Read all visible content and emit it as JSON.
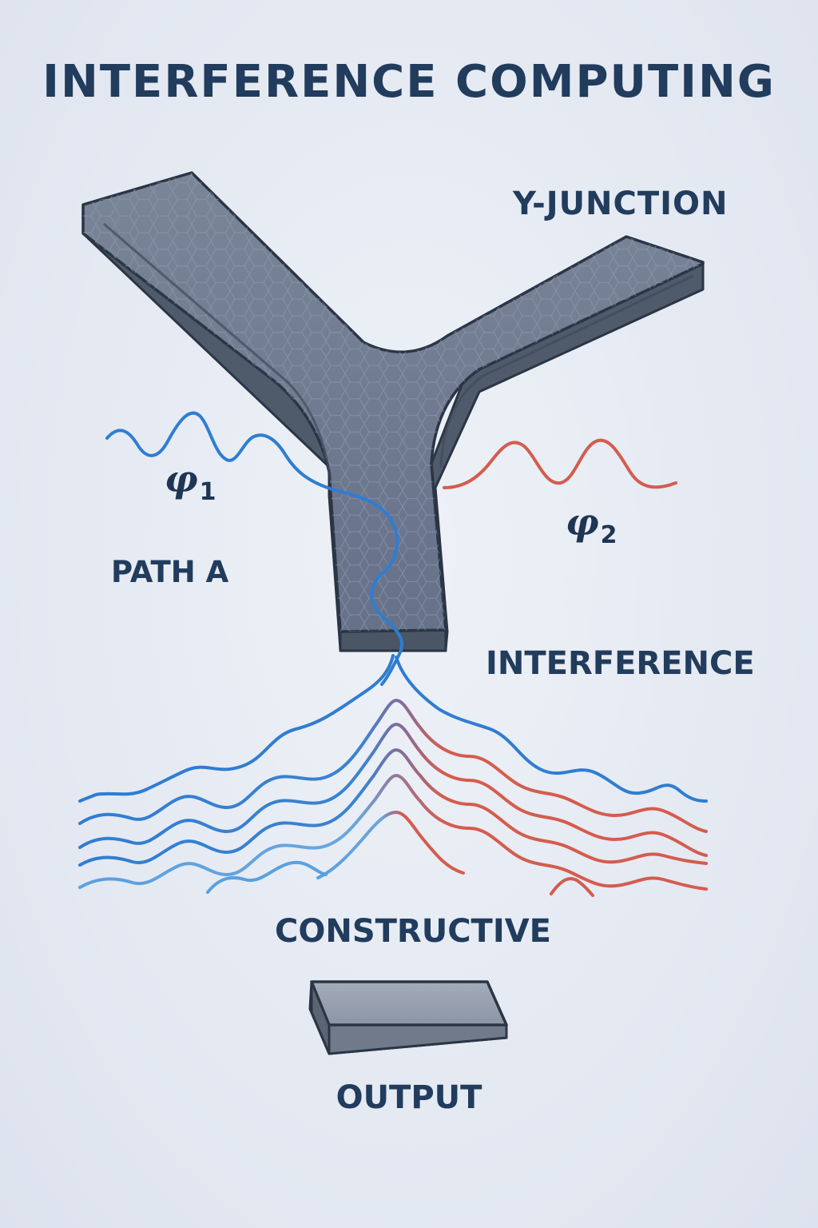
{
  "title": "INTERFERENCE COMPUTING",
  "labels": {
    "junction": "Y-JUNCTION",
    "path_a": "PATH A",
    "interference": "INTERFERENCE",
    "constructive": "CONSTRUCTIVE",
    "output": "OUTPUT"
  },
  "phases": {
    "phi1_symbol": "φ",
    "phi1_sub": "1",
    "phi2_symbol": "φ",
    "phi2_sub": "2"
  },
  "colors": {
    "background": "#e4e9f2",
    "text": "#213c5c",
    "wave_blue": "#2f7dd1",
    "wave_red": "#d45c4e",
    "junction_top": "#6f7a8c",
    "junction_side": "#4f5a6b",
    "outline": "#2a3545"
  },
  "icons": [
    "y-junction-waveguide",
    "output-block"
  ]
}
